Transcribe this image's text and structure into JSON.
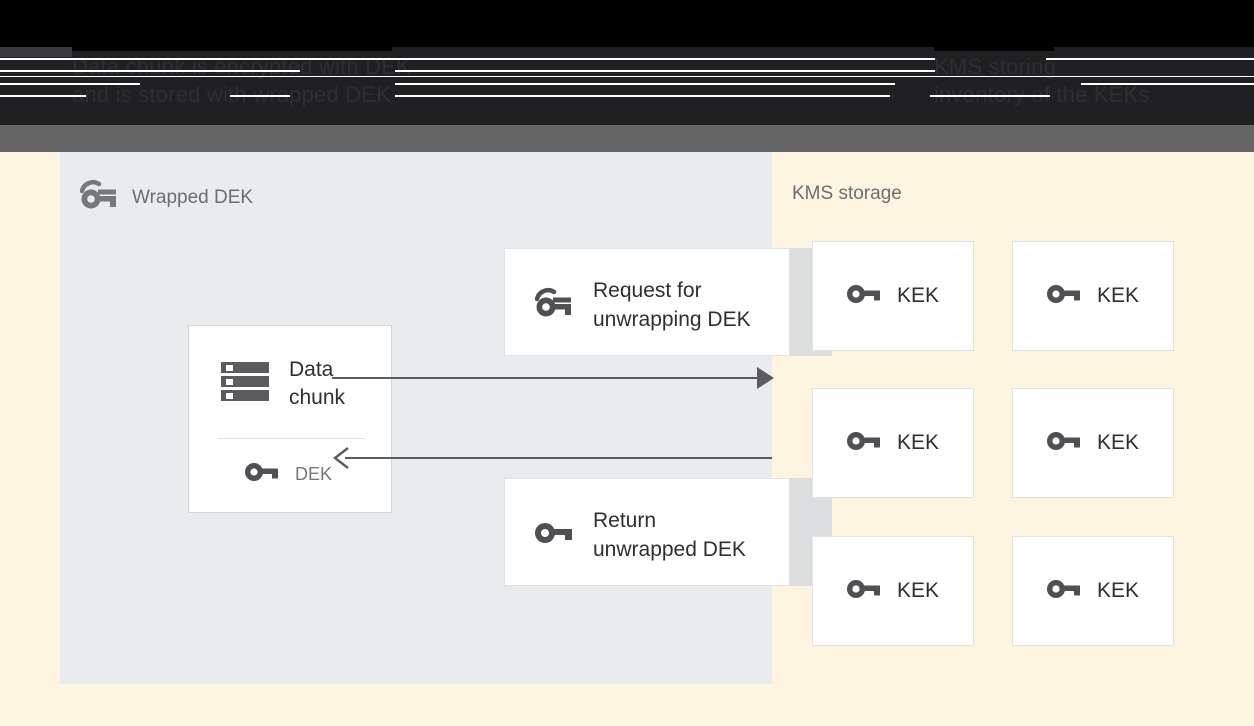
{
  "caption": {
    "left_text": "Data chunk is encrypted with DEK\nand is stored with wrapped DEK",
    "right_text": "KMS storing\ninventory of the KEKs"
  },
  "left_panel": {
    "title": "Wrapped DEK",
    "title_icon": "wrapped-key-icon",
    "data_card": {
      "icon": "data-chunk-icon",
      "title": "Data\nchunk",
      "key_icon": "key-icon",
      "key_label": "DEK"
    },
    "messages": [
      {
        "icon": "wrapped-key-icon",
        "label": "Request for\nunwrapping DEK"
      },
      {
        "icon": "key-icon",
        "label": "Return\nunwrapped DEK"
      }
    ],
    "arrows": [
      {
        "name": "request-arrow",
        "direction": "right"
      },
      {
        "name": "return-arrow",
        "direction": "left"
      }
    ]
  },
  "kms_panel": {
    "title": "KMS storage",
    "keys": [
      {
        "icon": "key-icon",
        "label": "KEK"
      },
      {
        "icon": "key-icon",
        "label": "KEK"
      },
      {
        "icon": "key-icon",
        "label": "KEK"
      },
      {
        "icon": "key-icon",
        "label": "KEK"
      },
      {
        "icon": "key-icon",
        "label": "KEK"
      },
      {
        "icon": "key-icon",
        "label": "KEK"
      }
    ]
  },
  "colors": {
    "background_cream": "#fdf5e0",
    "panel_grey": "#e8ecef",
    "card_white": "#ffffff",
    "tail_grey": "#dcdddf",
    "arrow_grey": "#5c5c60",
    "text_dark": "#2f2f33",
    "text_muted": "#6d6e71",
    "top_black": "#000000",
    "band_grey": "#646464"
  }
}
